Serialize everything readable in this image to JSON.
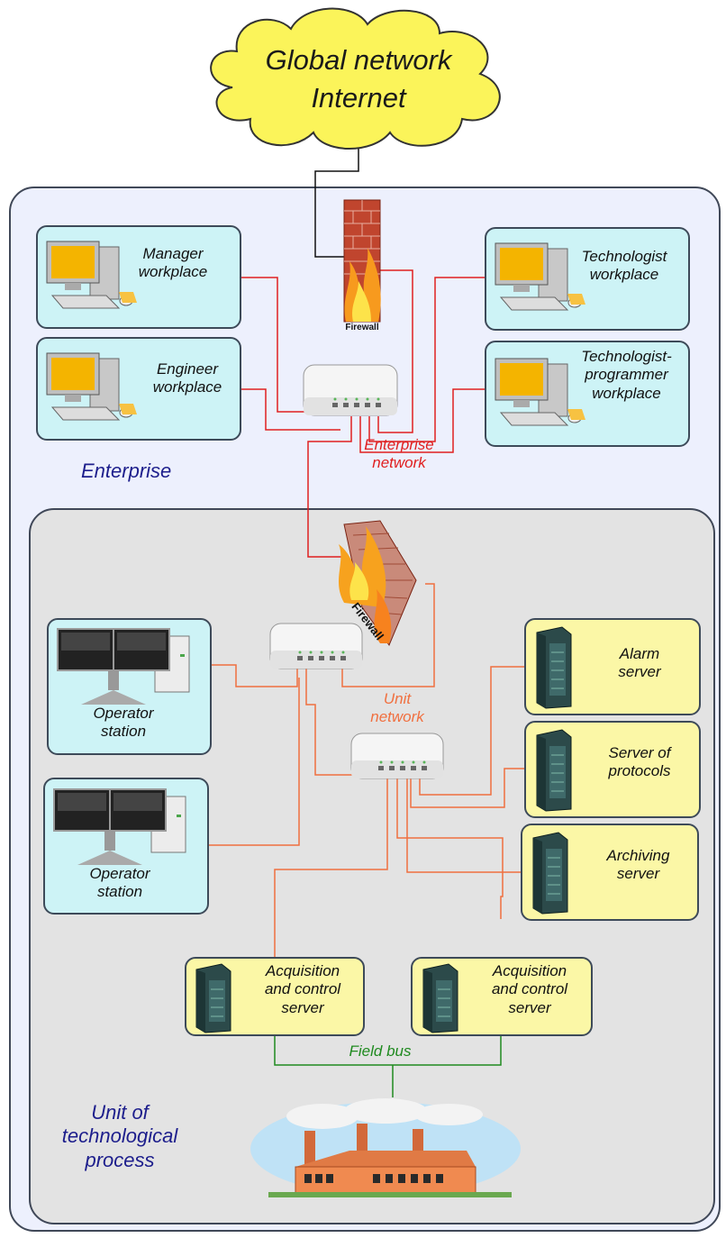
{
  "internet": {
    "line1": "Global network",
    "line2": "Internet"
  },
  "zones": {
    "enterprise": "Enterprise",
    "unit": "Unit of\ntechnological\nprocess"
  },
  "firewalls": {
    "top": "Firewall",
    "bottom": "Firewall"
  },
  "networks": {
    "enterprise": "Enterprise\nnetwork",
    "unit": "Unit\nnetwork",
    "field_bus": "Field bus"
  },
  "workplaces": {
    "manager": "Manager\nworkplace",
    "engineer": "Engineer\nworkplace",
    "technologist": "Technologist\nworkplace",
    "technologist_programmer": "Technologist-\nprogrammer\nworkplace"
  },
  "stations": {
    "operator_1": "Operator\nstation",
    "operator_2": "Operator\nstation"
  },
  "servers": {
    "alarm": "Alarm\nserver",
    "protocols": "Server of\nprotocols",
    "archiving": "Archiving\nserver",
    "acq_1": "Acquisition\nand control\nserver",
    "acq_2": "Acquisition\nand control\nserver"
  },
  "colors": {
    "enterprise_net": "#e02020",
    "unit_net": "#f07040",
    "field_bus": "#1f8a1f",
    "workplace_fill": "#cdf3f6",
    "server_fill": "#fbf7a6",
    "zone_text": "#1d1e8c"
  }
}
